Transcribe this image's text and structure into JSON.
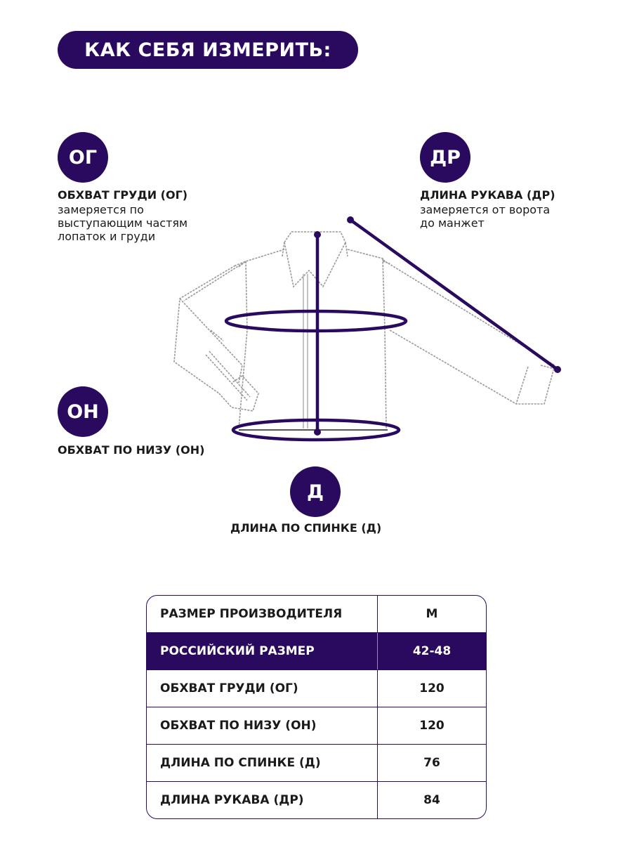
{
  "header": {
    "title": "КАК СЕБЯ ИЗМЕРИТЬ:"
  },
  "colors": {
    "accent": "#2a0a5e",
    "text": "#1a1a1a",
    "background": "#ffffff"
  },
  "measurements": {
    "chest": {
      "badge": "ОГ",
      "label": "ОБХВАТ ГРУДИ (ОГ)",
      "description": [
        "замеряется по",
        "выступающим частям",
        "лопаток и груди"
      ]
    },
    "sleeve": {
      "badge": "ДР",
      "label": "ДЛИНА РУКАВА (ДР)",
      "description": [
        "замеряется от ворота",
        "до манжет"
      ]
    },
    "hem": {
      "badge": "ОН",
      "label": "ОБХВАТ ПО НИЗУ (ОН)"
    },
    "back_length": {
      "badge": "Д",
      "label": "ДЛИНА ПО СПИНКЕ (Д)"
    }
  },
  "diagram": {
    "subject": "shirt-sketch",
    "markers": [
      "chest-ellipse",
      "hem-ellipse",
      "back-length-line",
      "sleeve-length-line"
    ]
  },
  "size_table": {
    "rows": [
      {
        "label": "РАЗМЕР ПРОИЗВОДИТЕЛЯ",
        "value": "M",
        "highlight": false
      },
      {
        "label": "РОССИЙСКИЙ РАЗМЕР",
        "value": "42-48",
        "highlight": true
      },
      {
        "label": "ОБХВАТ ГРУДИ (ОГ)",
        "value": "120",
        "highlight": false
      },
      {
        "label": "ОБХВАТ ПО НИЗУ (ОН)",
        "value": "120",
        "highlight": false
      },
      {
        "label": "ДЛИНА ПО СПИНКЕ (Д)",
        "value": "76",
        "highlight": false
      },
      {
        "label": "ДЛИНА РУКАВА (ДР)",
        "value": "84",
        "highlight": false
      }
    ]
  }
}
